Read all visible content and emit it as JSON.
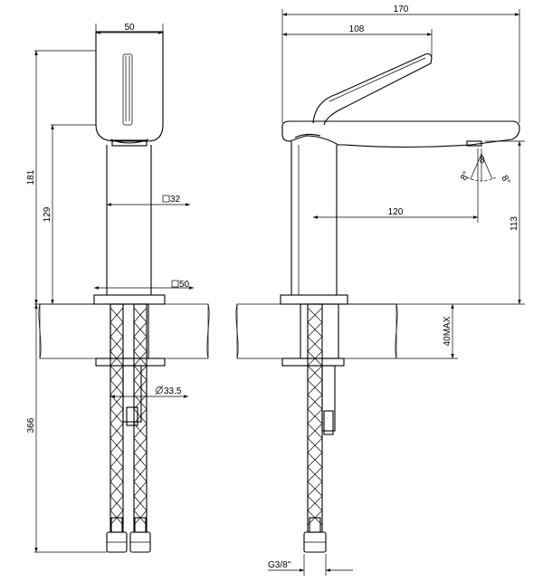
{
  "front_view": {
    "dim_width_top": "50",
    "dim_total_height": "181",
    "dim_body_height": "129",
    "dim_stem_square": "32",
    "dim_base_square": "50",
    "dim_hose_diameter": "33.5",
    "dim_hose_length": "366"
  },
  "side_view": {
    "dim_total_width": "170",
    "dim_lever_width": "108",
    "dim_spout_reach": "120",
    "dim_spout_height": "113",
    "dim_max_deck": "40MAX",
    "dim_thread": "G3/8\"",
    "angle_label_left": "8°",
    "angle_label_right": "8°",
    "angle_label_center": "8"
  }
}
